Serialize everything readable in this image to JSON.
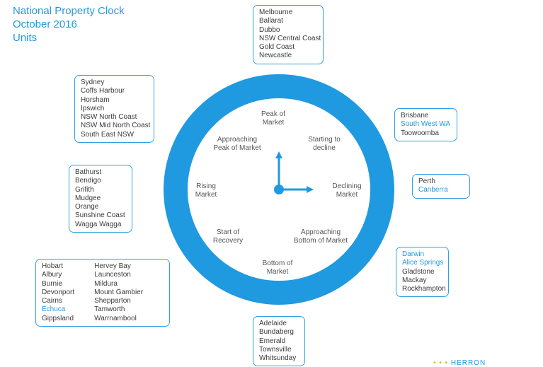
{
  "title": {
    "line1": "National Property Clock",
    "line2": "October 2016",
    "line3": "Units"
  },
  "clock_labels": {
    "peak": "Peak of\nMarket",
    "starting_decline": "Starting to\ndecline",
    "declining": "Declining\nMarket",
    "approaching_bottom": "Approaching\nBottom of Market",
    "bottom": "Bottom of\nMarket",
    "start_recovery": "Start of\nRecovery",
    "rising": "Rising\nMarket",
    "approaching_peak": "Approaching\nPeak of Market"
  },
  "boxes": {
    "top": [
      "Melbourne",
      "Ballarat",
      "Dubbo",
      "NSW Central Coast",
      "Gold Coast",
      "Newcastle"
    ],
    "top_left": [
      "Sydney",
      "Coffs Harbour",
      "Horsham",
      "Ipswich",
      "NSW North Coast",
      "NSW Mid North Coast",
      "South East NSW"
    ],
    "right_top": [
      "Brisbane",
      "South West WA",
      "Toowoomba"
    ],
    "right_mid": [
      "Perth",
      "Canberra"
    ],
    "left_mid": [
      "Bathurst",
      "Bendigo",
      "Grifith",
      "Mudgee",
      "Orange",
      "Sunshine Coast",
      "Wagga Wagga"
    ],
    "right_bottom": [
      "Darwin",
      "Alice Springs",
      "Gladstone",
      "Mackay",
      "Rockhampton"
    ],
    "bottom_left_col1": [
      "Hobart",
      "Albury",
      "Burnie",
      "Devonport",
      "Cairns",
      "Echuca",
      "Gippsland"
    ],
    "bottom_left_col2": [
      "Hervey Bay",
      "Launceston",
      "Mildura",
      "Mount Gambier",
      "Shepparton",
      "Tamworth",
      "Warrnambool"
    ],
    "bottom": [
      "Adelaide",
      "Bundaberg",
      "Emerald",
      "Townsville",
      "Whitsunday"
    ]
  },
  "highlighted": [
    "South West WA",
    "Canberra",
    "Darwin",
    "Alice Springs",
    "Echuca"
  ],
  "logo_text": "HERRON",
  "colors": {
    "ring": "#1f9ae0",
    "title": "#1f9ae0",
    "box_border": "#2ea1e3",
    "highlight": "#1f9ae0",
    "text": "#3a3a3a"
  }
}
